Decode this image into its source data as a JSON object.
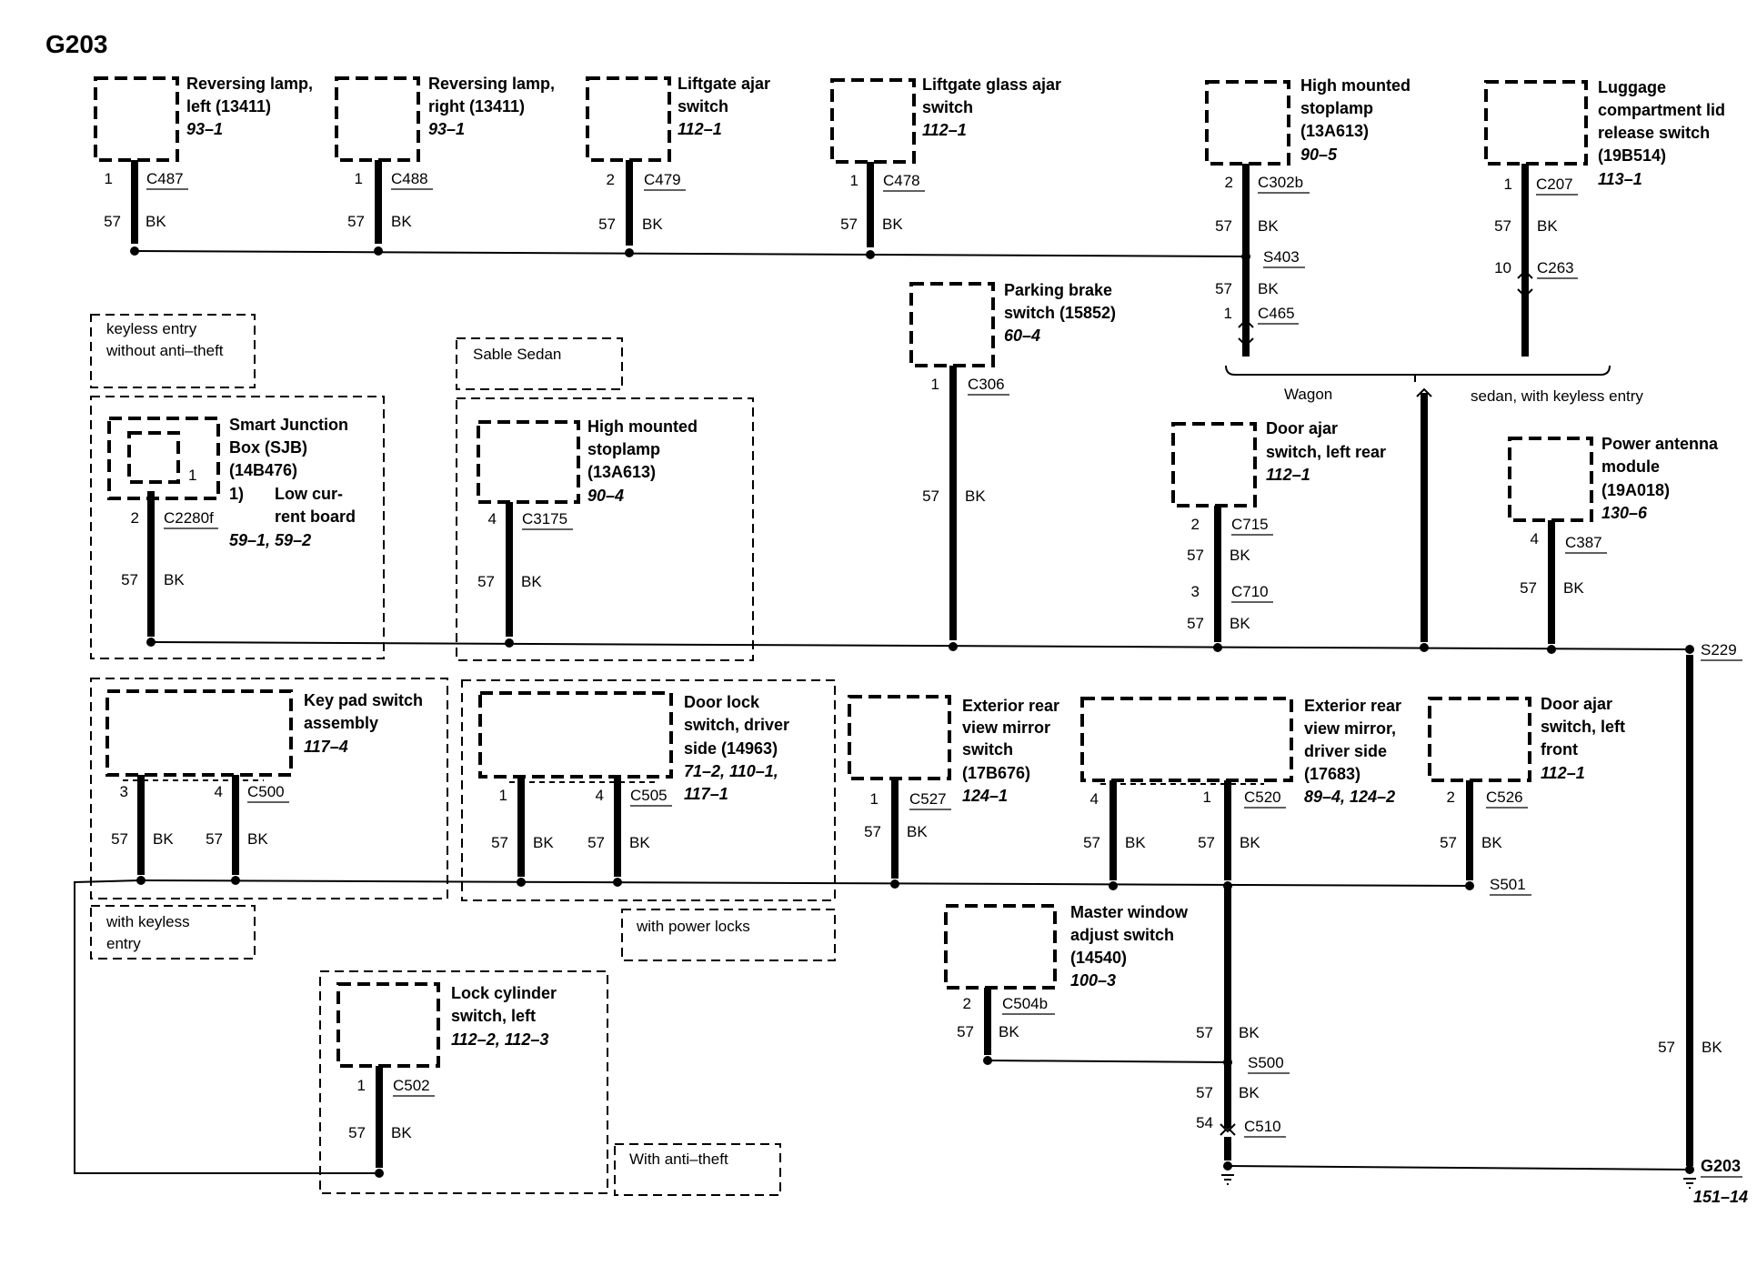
{
  "title": "G203",
  "wire": {
    "gauge": "57",
    "color": "BK",
    "ground_gauge": "54"
  },
  "components": {
    "rev_left": {
      "lines": [
        "Reversing lamp,",
        "left (13411)"
      ],
      "ref": "93–1",
      "pin": "1",
      "conn": "C487"
    },
    "rev_right": {
      "lines": [
        "Reversing lamp,",
        "right (13411)"
      ],
      "ref": "93–1",
      "pin": "1",
      "conn": "C488"
    },
    "liftgate_ajar": {
      "lines": [
        "Liftgate ajar",
        "switch"
      ],
      "ref": "112–1",
      "pin": "2",
      "conn": "C479"
    },
    "liftgate_glass": {
      "lines": [
        "Liftgate glass ajar",
        "switch"
      ],
      "ref": "112–1",
      "pin": "1",
      "conn": "C478"
    },
    "hmsl_top": {
      "lines": [
        "High mounted",
        "stoplamp",
        "(13A613)"
      ],
      "ref": "90–5",
      "pin": "2",
      "conn": "C302b"
    },
    "luggage": {
      "lines": [
        "Luggage",
        "compartment lid",
        "release switch",
        "(19B514)"
      ],
      "ref": "113–1",
      "pin": "1",
      "conn": "C207"
    },
    "parking_brake": {
      "lines": [
        "Parking brake",
        "switch (15852)"
      ],
      "ref": "60–4",
      "pin": "1",
      "conn": "C306"
    },
    "sjb": {
      "lines": [
        "Smart Junction",
        "Box (SJB)",
        "(14B476)"
      ],
      "footnote_mark": "1)",
      "footnote_lines": [
        "Low cur-",
        "rent board"
      ],
      "ref": "59–1, 59–2",
      "inner_pin": "1",
      "pin": "2",
      "conn": "C2280f"
    },
    "hmsl_sedan": {
      "lines": [
        "High mounted",
        "stoplamp",
        "(13A613)"
      ],
      "ref": "90–4",
      "pin": "4",
      "conn": "C3175"
    },
    "door_ajar_rear": {
      "lines": [
        "Door ajar",
        "switch, left rear"
      ],
      "ref": "112–1",
      "pin": "2",
      "conn": "C715",
      "pin2": "3",
      "conn2": "C710"
    },
    "power_antenna": {
      "lines": [
        "Power antenna",
        "module",
        "(19A018)"
      ],
      "ref": "130–6",
      "pin": "4",
      "conn": "C387"
    },
    "keypad": {
      "lines": [
        "Key pad switch",
        "assembly"
      ],
      "ref": "117–4",
      "pin_a": "3",
      "pin_b": "4",
      "conn": "C500"
    },
    "door_lock_driver": {
      "lines": [
        "Door lock",
        "switch, driver",
        "side (14963)"
      ],
      "ref": "71–2, 110–1,",
      "ref2": "117–1",
      "pin_a": "1",
      "pin_b": "4",
      "conn": "C505"
    },
    "ext_mirror_switch": {
      "lines": [
        "Exterior rear",
        "view mirror",
        "switch",
        "(17B676)"
      ],
      "ref": "124–1",
      "pin": "1",
      "conn": "C527"
    },
    "ext_mirror_driver": {
      "lines": [
        "Exterior rear",
        "view mirror,",
        "driver side",
        "(17683)"
      ],
      "ref": "89–4, 124–2",
      "pin_a": "4",
      "pin_b": "1",
      "conn": "C520"
    },
    "door_ajar_front": {
      "lines": [
        "Door ajar",
        "switch, left",
        "front"
      ],
      "ref": "112–1",
      "pin": "2",
      "conn": "C526"
    },
    "master_window": {
      "lines": [
        "Master window",
        "adjust switch",
        "(14540)"
      ],
      "ref": "100–3",
      "pin": "2",
      "conn": "C504b"
    },
    "lock_cylinder": {
      "lines": [
        "Lock cylinder",
        "switch, left"
      ],
      "ref": "112–2, 112–3",
      "pin": "1",
      "conn": "C502"
    }
  },
  "connectors": {
    "s403": "S403",
    "c465_pin": "1",
    "c465": "C465",
    "c263_pin": "10",
    "c263": "C263",
    "s229": "S229",
    "s501": "S501",
    "s500": "S500",
    "c510": "C510",
    "g203": "G203",
    "g203_ref": "151–14"
  },
  "notes": {
    "keyless_no_theft": [
      "keyless entry",
      "without anti–theft"
    ],
    "sable_sedan": "Sable Sedan",
    "wagon": "Wagon",
    "sedan_keyless": "sedan, with keyless entry",
    "with_keyless": [
      "with keyless",
      "entry"
    ],
    "with_power_locks": "with power locks",
    "with_anti_theft": "With anti–theft"
  }
}
